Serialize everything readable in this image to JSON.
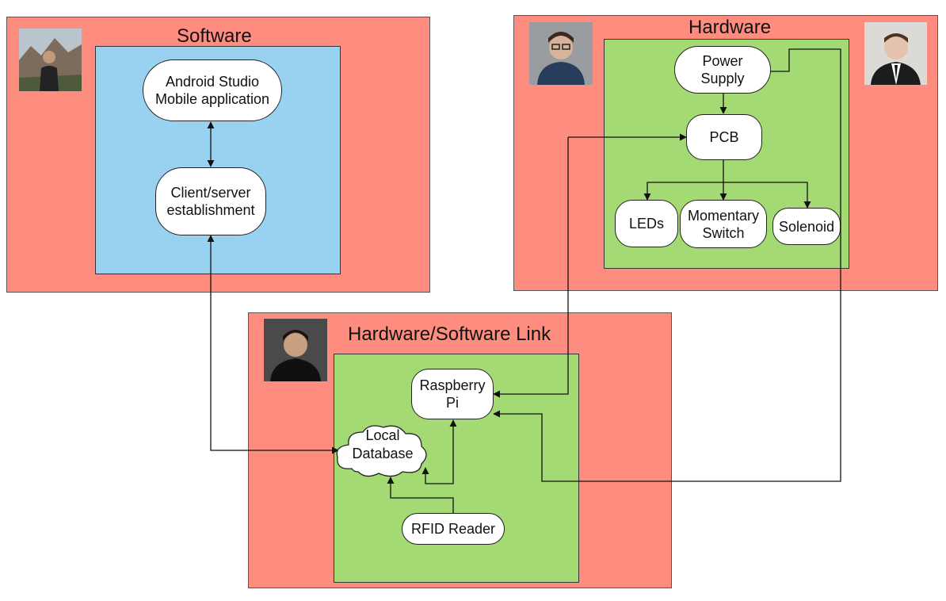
{
  "groups": {
    "software": {
      "title": "Software"
    },
    "hardware": {
      "title": "Hardware"
    },
    "link": {
      "title": "Hardware/Software Link"
    }
  },
  "nodes": {
    "android": "Android Studio\nMobile application",
    "client_server": "Client/server\nestablishment",
    "power_supply": "Power\nSupply",
    "pcb": "PCB",
    "leds": "LEDs",
    "momentary_switch": "Momentary\nSwitch",
    "solenoid": "Solenoid",
    "raspberry_pi": "Raspberry\nPi",
    "local_database": "Local\nDatabase",
    "rfid_reader": "RFID Reader"
  },
  "colors": {
    "group_fill": "#fe8d7f",
    "software_fill": "#99d1f1",
    "hardware_fill": "#a3da74"
  },
  "photos": {
    "software_member": "person-photo-outdoor",
    "hardware_member_1": "person-photo-glasses",
    "hardware_member_2": "person-photo-suit",
    "link_member": "person-photo-portrait"
  }
}
